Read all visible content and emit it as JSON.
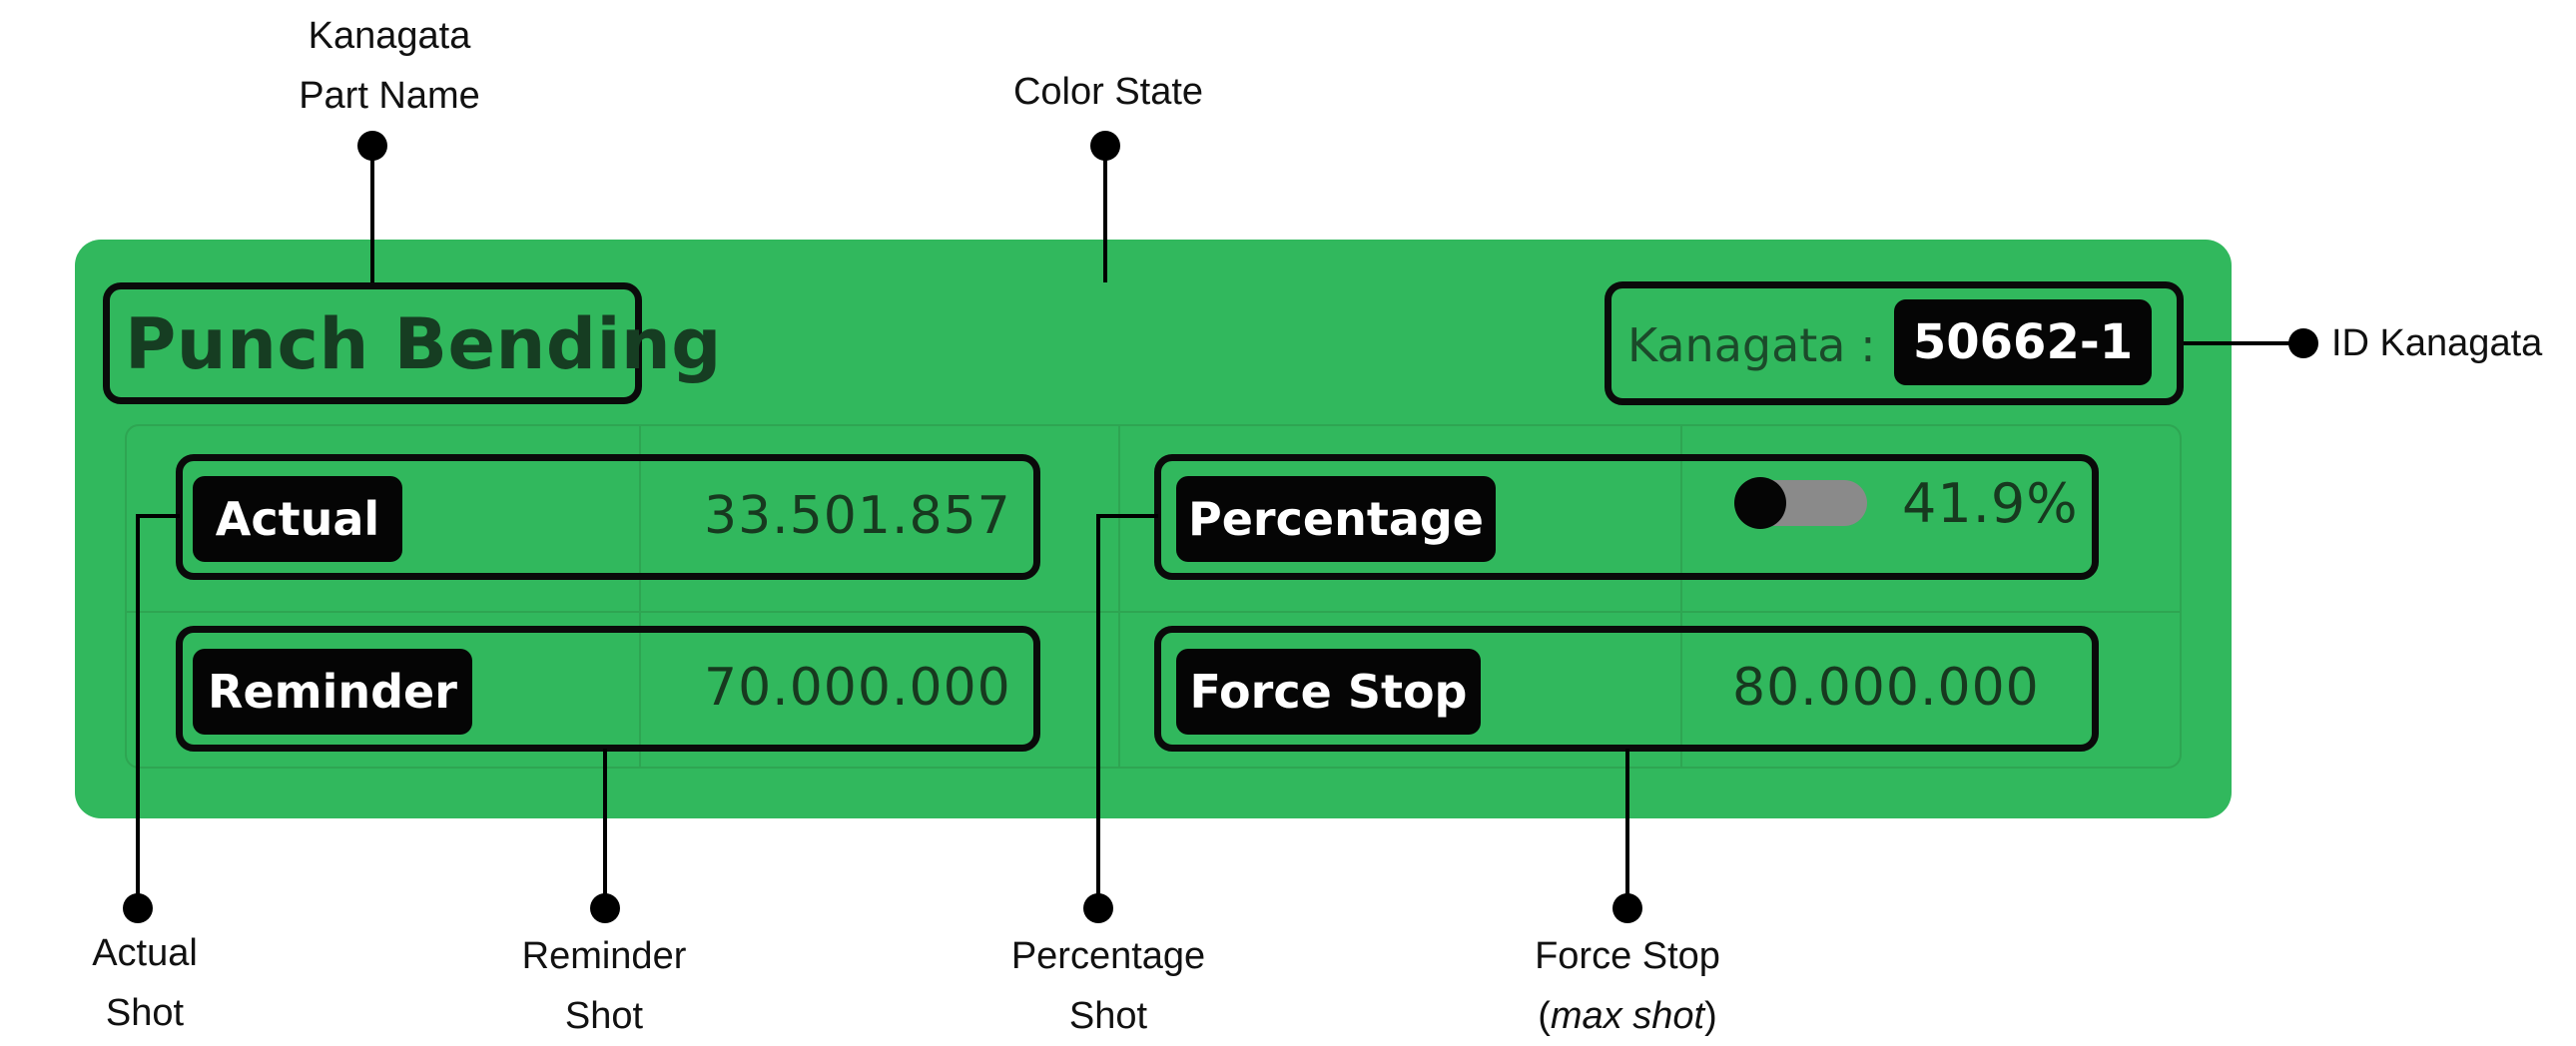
{
  "annotations": {
    "part_name": [
      "Kanagata",
      "Part Name"
    ],
    "color_state": "Color State",
    "id_kanagata": "ID Kanagata",
    "actual_shot": [
      "Actual",
      "Shot"
    ],
    "reminder_shot": [
      "Reminder",
      "Shot"
    ],
    "percentage_shot": [
      "Percentage",
      "Shot"
    ],
    "force_stop": [
      "Force Stop",
      "max shot"
    ]
  },
  "card": {
    "state_color": "#31b85d",
    "part_name": "Punch Bending",
    "id_label": "Kanagata :",
    "id_value": "50662-1",
    "actual_label": "Actual",
    "actual_value": "33.501.857",
    "reminder_label": "Reminder",
    "reminder_value": "70.000.000",
    "percentage_label": "Percentage",
    "percentage_value": "41.9%",
    "percentage_toggle_on": false,
    "force_stop_label": "Force Stop",
    "force_stop_value": "80.000.000"
  }
}
